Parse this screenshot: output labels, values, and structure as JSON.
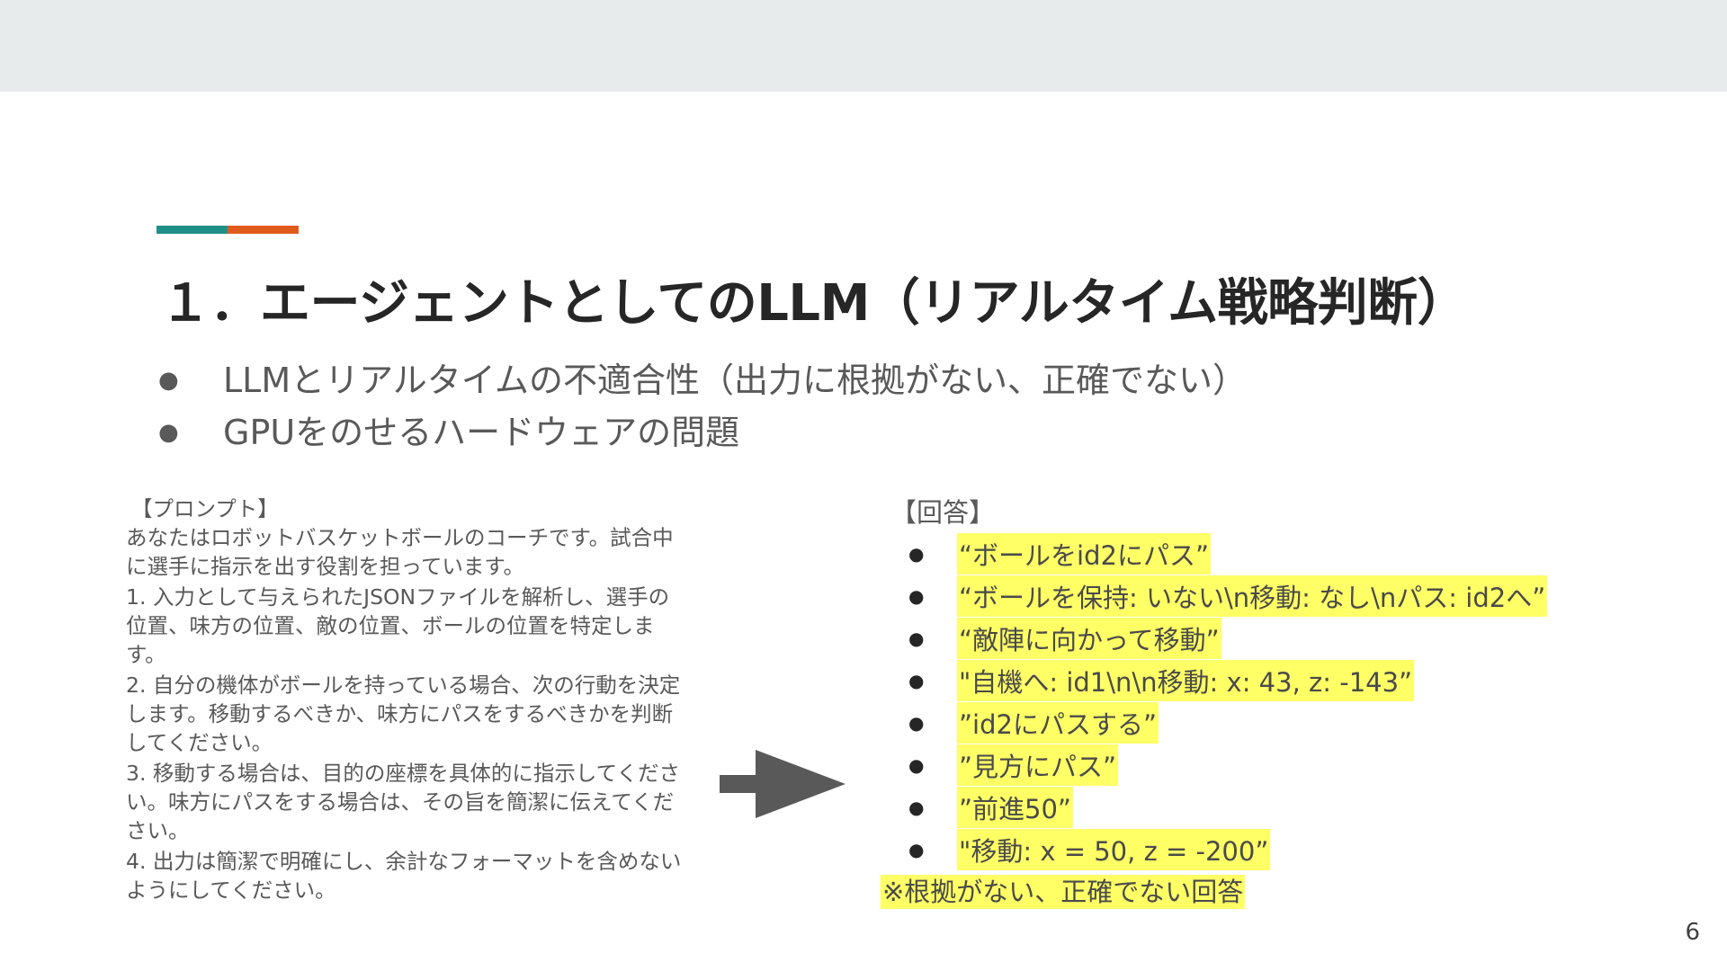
{
  "colors": {
    "accent_teal": "#1f8f8a",
    "accent_orange": "#e05a1c",
    "highlight": "#ffff66",
    "arrow": "#595959"
  },
  "title": "１．エージェントとしてのLLM（リアルタイム戦略判断）",
  "bullets": [
    "LLMとリアルタイムの不適合性（出力に根拠がない、正確でない）",
    "GPUをのせるハードウェアの問題"
  ],
  "prompt": {
    "heading": "【プロンプト】",
    "paragraphs": [
      "あなたはロボットバスケットボールのコーチです。試合中に選手に指示を出す役割を担っています。",
      "1. 入力として与えられたJSONファイルを解析し、選手の位置、味方の位置、敵の位置、ボールの位置を特定します。",
      "2. 自分の機体がボールを持っている場合、次の行動を決定します。移動するべきか、味方にパスをするべきかを判断してください。",
      "3. 移動する場合は、目的の座標を具体的に指示してください。味方にパスをする場合は、その旨を簡潔に伝えてください。",
      "4. 出力は簡潔で明確にし、余計なフォーマットを含めないようにしてください。"
    ]
  },
  "arrow_icon": "right-arrow-icon",
  "answer": {
    "heading": "【回答】",
    "items": [
      "“ボールをid2にパス”",
      "“ボールを保持: いない\\n移動: なし\\nパス: id2へ”",
      "“敵陣に向かって移動”",
      "\"自機へ: id1\\n\\n移動: x: 43, z: -143”",
      "”id2にパスする”",
      "”見方にパス”",
      "”前進50”",
      "\"移動: x = 50, z = -200”"
    ],
    "note": "※根拠がない、正確でない回答"
  },
  "page_number": "6"
}
